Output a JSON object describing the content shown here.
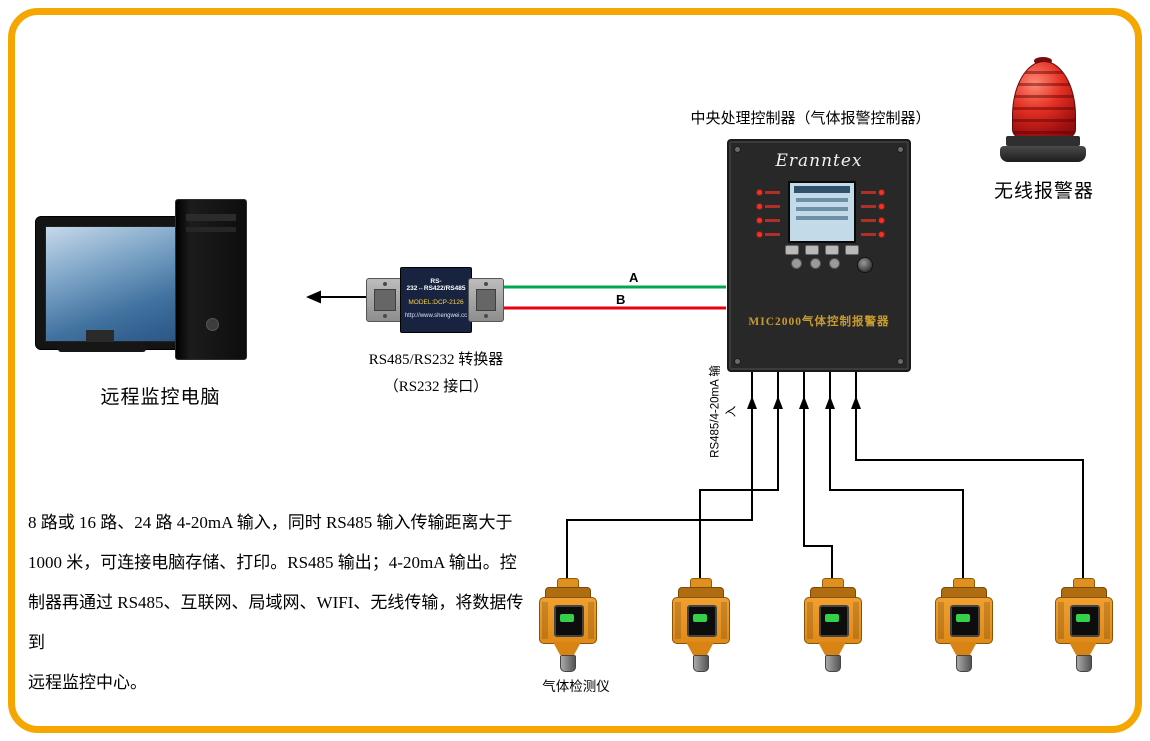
{
  "page": {
    "background": "#FFFFFF",
    "border_color": "#F6A600"
  },
  "labels": {
    "computer": "远程监控电脑",
    "converter_line1": "RS485/RS232 转换器",
    "converter_line2": "（RS232 接口）",
    "controller_title": "中央处理控制器（气体报警控制器）",
    "wireless_alarm": "无线报警器",
    "gas_detector": "气体检测仪",
    "bus_vertical": "RS485/4-20mA 输入",
    "wire_a": "A",
    "wire_b": "B"
  },
  "converter": {
    "line1": "RS-232↔RS422/RS485",
    "line2": "MODEL:DCP-2126",
    "line3": "http://www.shengwei.cc"
  },
  "controller": {
    "brand": "Eranntex",
    "model_text": "MIC2000气体控制报警器"
  },
  "description": {
    "lines": [
      "8 路或 16 路、24 路 4-20mA 输入，同时 RS485 输入传输距离大于",
      "1000 米，可连接电脑存储、打印。RS485 输出；4-20mA 输出。控",
      "制器再通过 RS485、互联网、局域网、WIFI、无线传输，将数据传到",
      "远程监控中心。"
    ]
  },
  "colors": {
    "wire_a_green": "#00A651",
    "wire_b_red": "#E60012",
    "connection_line": "#000000"
  }
}
